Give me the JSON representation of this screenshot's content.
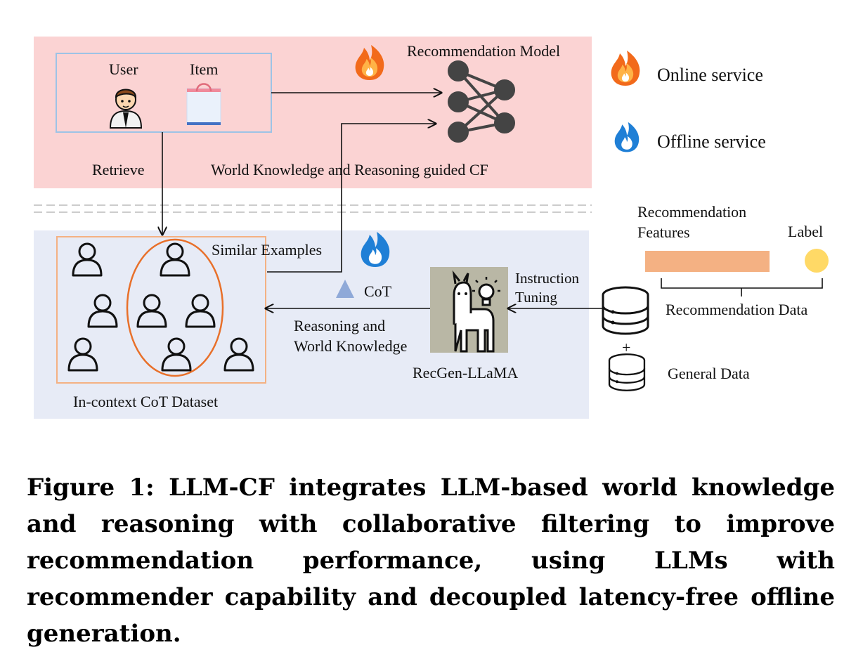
{
  "online_panel": {
    "user_label": "User",
    "item_label": "Item",
    "model_label": "Recommendation Model",
    "retrieve_label": "Retrieve",
    "guided_cf_label": "World Knowledge and Reasoning guided CF"
  },
  "offline_panel": {
    "similar_examples_label": "Similar Examples",
    "cot_label": "CoT",
    "dataset_label": "In-context CoT Dataset",
    "reasoning_label_line1": "Reasoning and",
    "reasoning_label_line2": "World Knowledge",
    "recgen_label": "RecGen-LLaMA",
    "instruction_label_line1": "Instruction",
    "instruction_label_line2": "Tuning"
  },
  "legend": {
    "online": "Online service",
    "offline": "Offline service"
  },
  "data_section": {
    "features_line1": "Recommendation",
    "features_line2": "Features",
    "label": "Label",
    "rec_data": "Recommendation Data",
    "plus": "+",
    "general_data": "General Data"
  },
  "caption": "Figure 1: LLM-CF integrates LLM-based world knowledge and reasoning with collaborative filtering to improve recommendation performance, using LLMs with recommender capability and decoupled latency-free offline generation.",
  "colors": {
    "online_bg": "#fbd3d3",
    "offline_bg": "#e7ebf6",
    "accent_orange": "#e8702a",
    "feature_bar": "#f4b183",
    "label_dot": "#ffd966",
    "cot_triangle": "#8fa9d8",
    "offline_flame": "#1f7fd6",
    "online_flame": "#f26a1b",
    "user_box_border": "#9dc3e6"
  }
}
